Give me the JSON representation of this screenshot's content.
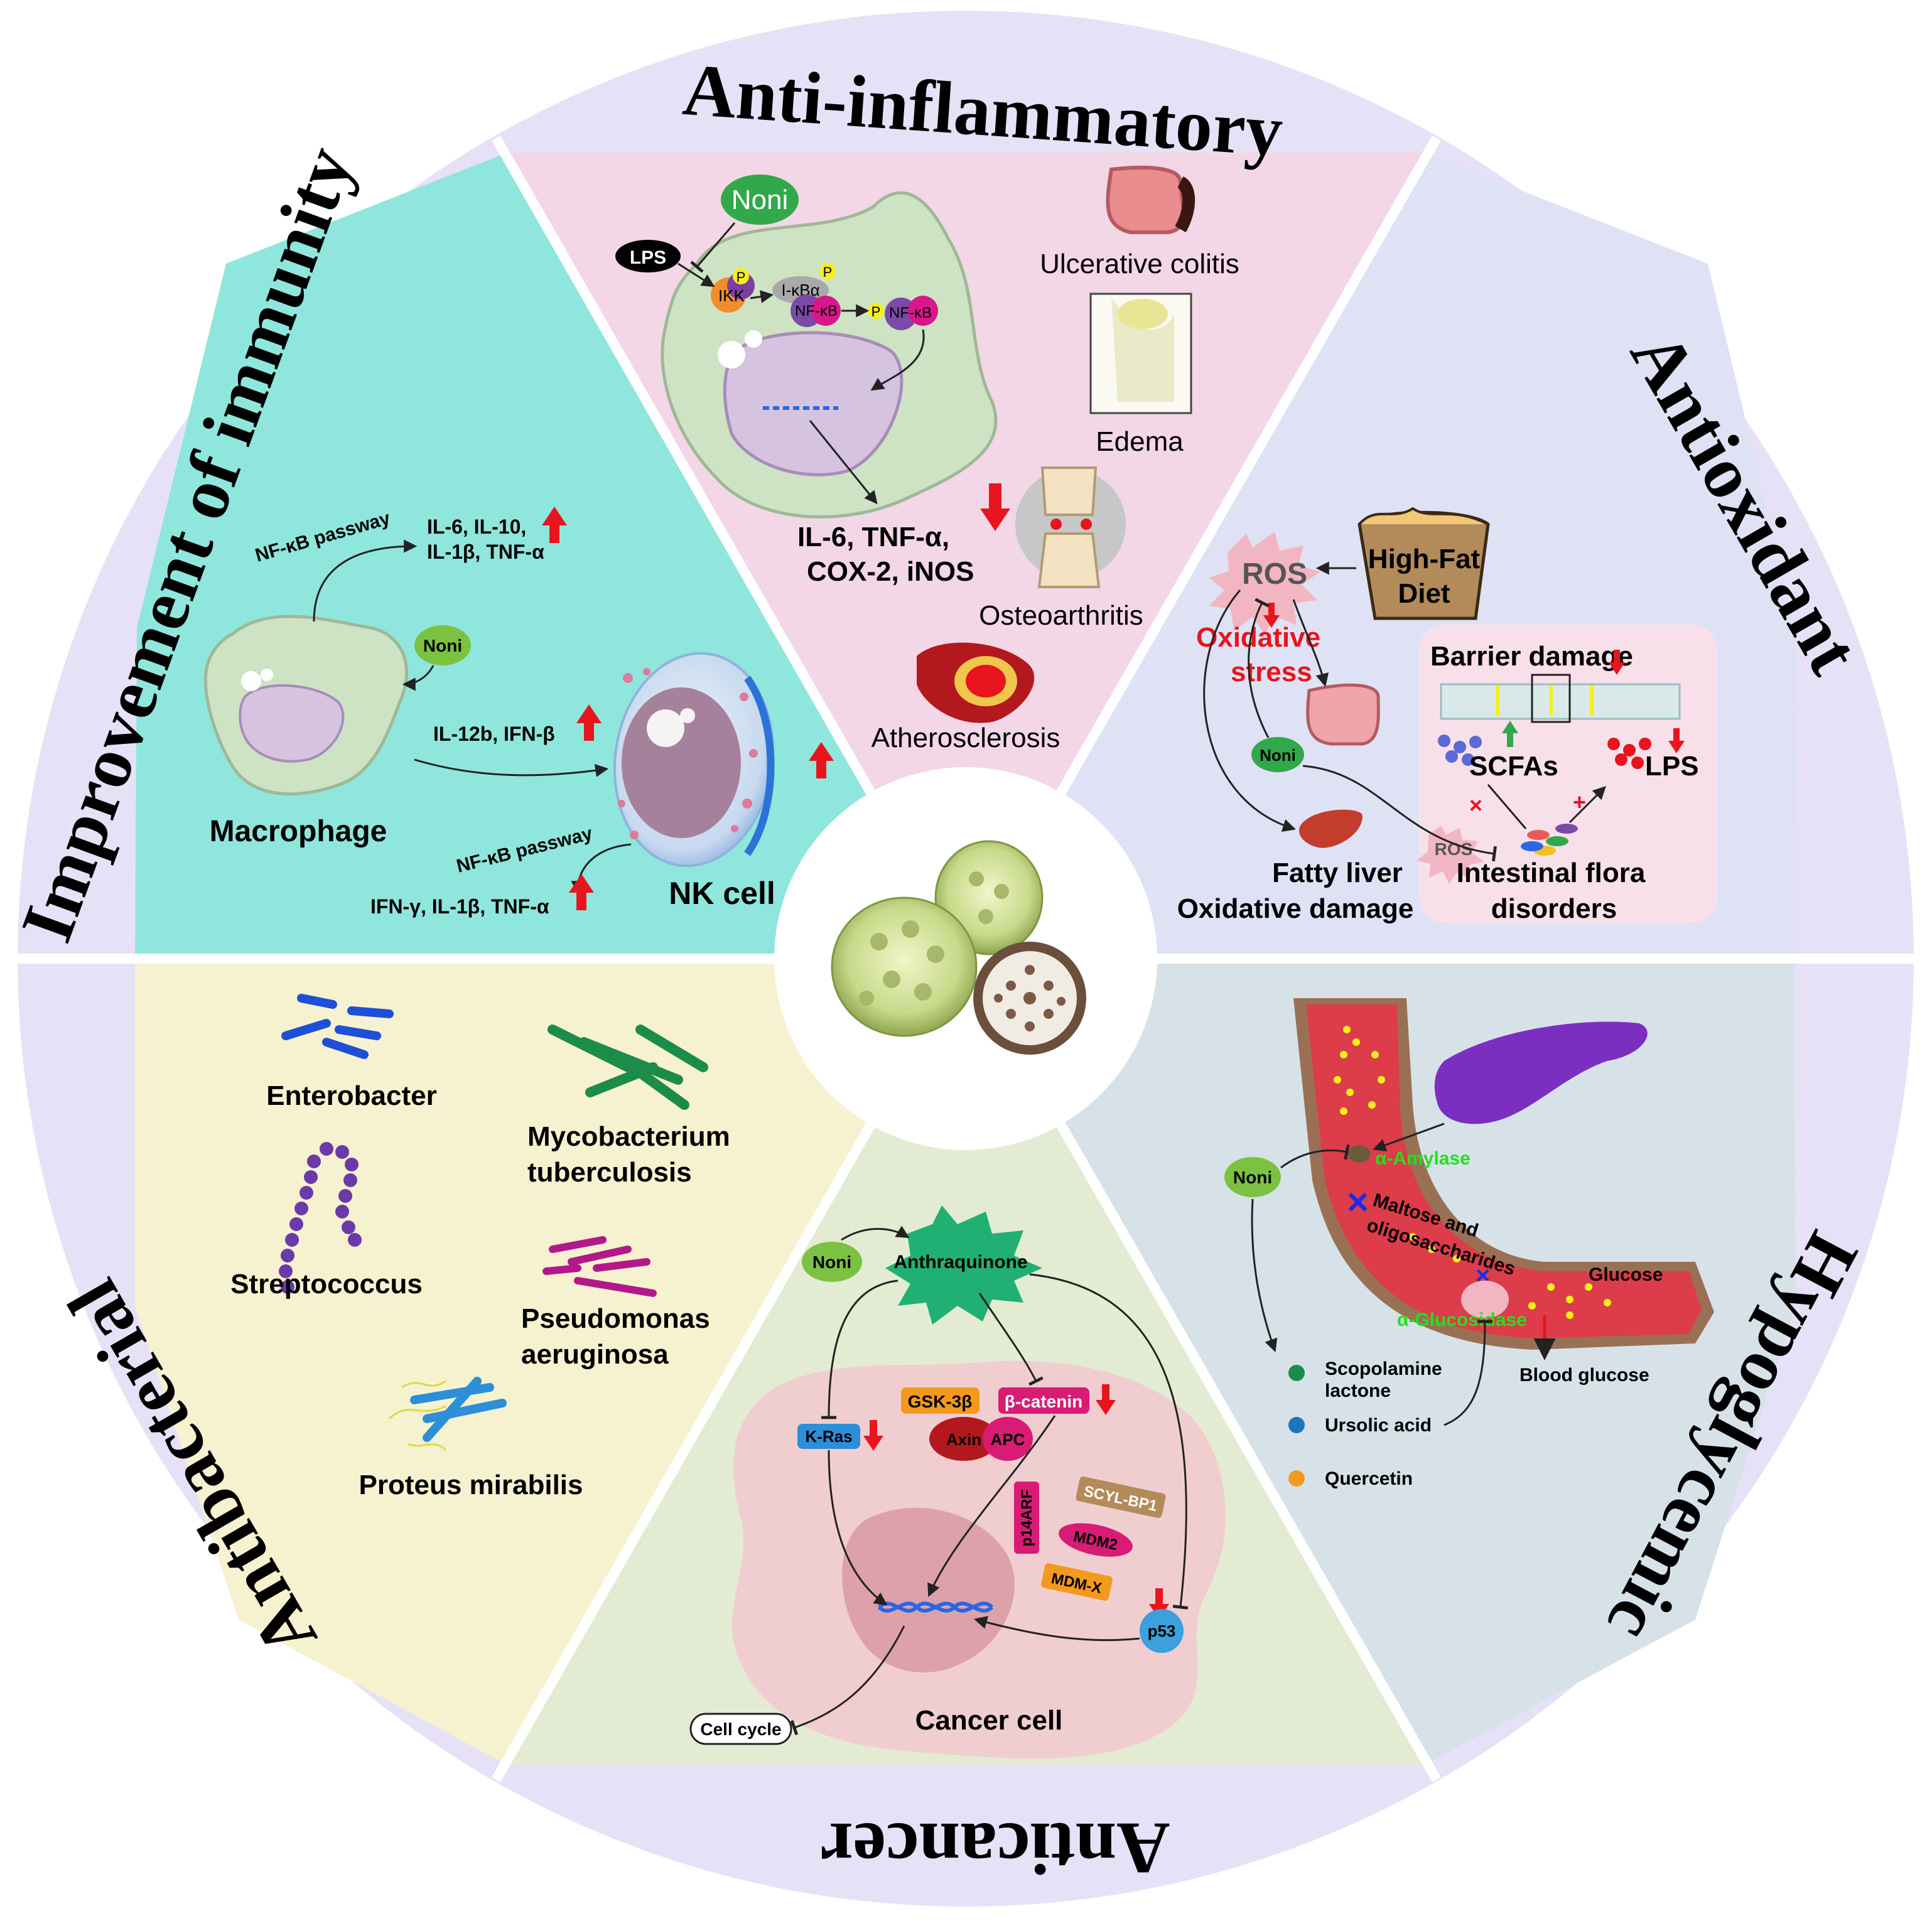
{
  "colors": {
    "ring": "#e7e1f7",
    "divider": "#ffffff",
    "anti_inflammatory": "#f3d7e6",
    "antioxidant": "#dfe2f5",
    "hypoglycemic": "#d6e2e8",
    "anticancer": "#e3ecd3",
    "antibacterial": "#f6f1cf",
    "immunity": "#8fe6dc",
    "red_arrow": "#e8141e",
    "noni_green": "#7cc242"
  },
  "sections": {
    "anti_inflammatory": {
      "title": "Anti-inflammatory",
      "noni": "Noni",
      "lps": "LPS",
      "ikk": "IKK",
      "ikba": "I-κBα",
      "nfkb": "NF-κB",
      "nfkb2": "NF-κB",
      "p": "P",
      "cytokines_line1": "IL-6, TNF-α,",
      "cytokines_line2": "COX-2, iNOS",
      "ulcerative_colitis": "Ulcerative colitis",
      "edema": "Edema",
      "osteoarthritis": "Osteoarthritis",
      "atherosclerosis": "Atherosclerosis"
    },
    "antioxidant": {
      "title": "Antioxidant",
      "ros": "ROS",
      "high_fat_line1": "High-Fat",
      "high_fat_line2": "Diet",
      "oxidative_line1": "Oxidative",
      "oxidative_line2": "stress",
      "barrier_damage": "Barrier damage",
      "noni": "Noni",
      "scfas": "SCFAs",
      "lps": "LPS",
      "ros_small": "ROS",
      "fatty_liver": "Fatty liver",
      "oxidative_damage": "Oxidative damage",
      "flora_line1": "Intestinal flora",
      "flora_line2": "disorders"
    },
    "hypoglycemic": {
      "title": "Hypoglycemic",
      "noni": "Noni",
      "amylase": "α-Amylase",
      "maltose_line1": "Maltose and",
      "maltose_line2": "oligosaccharides",
      "glucose": "Glucose",
      "glucosidase": "α-Glucosidase",
      "blood_glucose": "Blood glucose",
      "legend": [
        {
          "label_line1": "Scopolamine",
          "label_line2": "lactone",
          "color": "#1b8c4a"
        },
        {
          "label_line1": "Ursolic acid",
          "label_line2": "",
          "color": "#1e73be"
        },
        {
          "label_line1": "Quercetin",
          "label_line2": "",
          "color": "#f39a1e"
        }
      ]
    },
    "anticancer": {
      "title": "Anticancer",
      "noni": "Noni",
      "anthraquinone": "Anthraquinone",
      "gsk3b": "GSK-3β",
      "bcatenin": "β-catenin",
      "axin": "Axin",
      "apc": "APC",
      "kras": "K-Ras",
      "p14arf": "p14ARF",
      "scylbp1": "SCYL-BP1",
      "mdm2": "MDM2",
      "mdmx": "MDM-X",
      "p53": "p53",
      "cell_cycle": "Cell cycle",
      "cancer_cell": "Cancer cell"
    },
    "antibacterial": {
      "title": "Antibacterial",
      "enterobacter": "Enterobacter",
      "myco_line1": "Mycobacterium",
      "myco_line2": "tuberculosis",
      "streptococcus": "Streptococcus",
      "pseudo_line1": "Pseudomonas",
      "pseudo_line2": "aeruginosa",
      "proteus": "Proteus mirabilis"
    },
    "immunity": {
      "title": "Improvement of immunity",
      "nfkb_passway_top": "NF-κB passway",
      "top_cyto_line1": "IL-6, IL-10,",
      "top_cyto_line2": "IL-1β, TNF-α",
      "noni": "Noni",
      "il12b": "IL-12b, IFN-β",
      "macrophage": "Macrophage",
      "nfkb_passway_bottom": "NF-κB passway",
      "bottom_cyto": "IFN-γ, IL-1β, TNF-α",
      "nk_cell": "NK cell"
    }
  }
}
